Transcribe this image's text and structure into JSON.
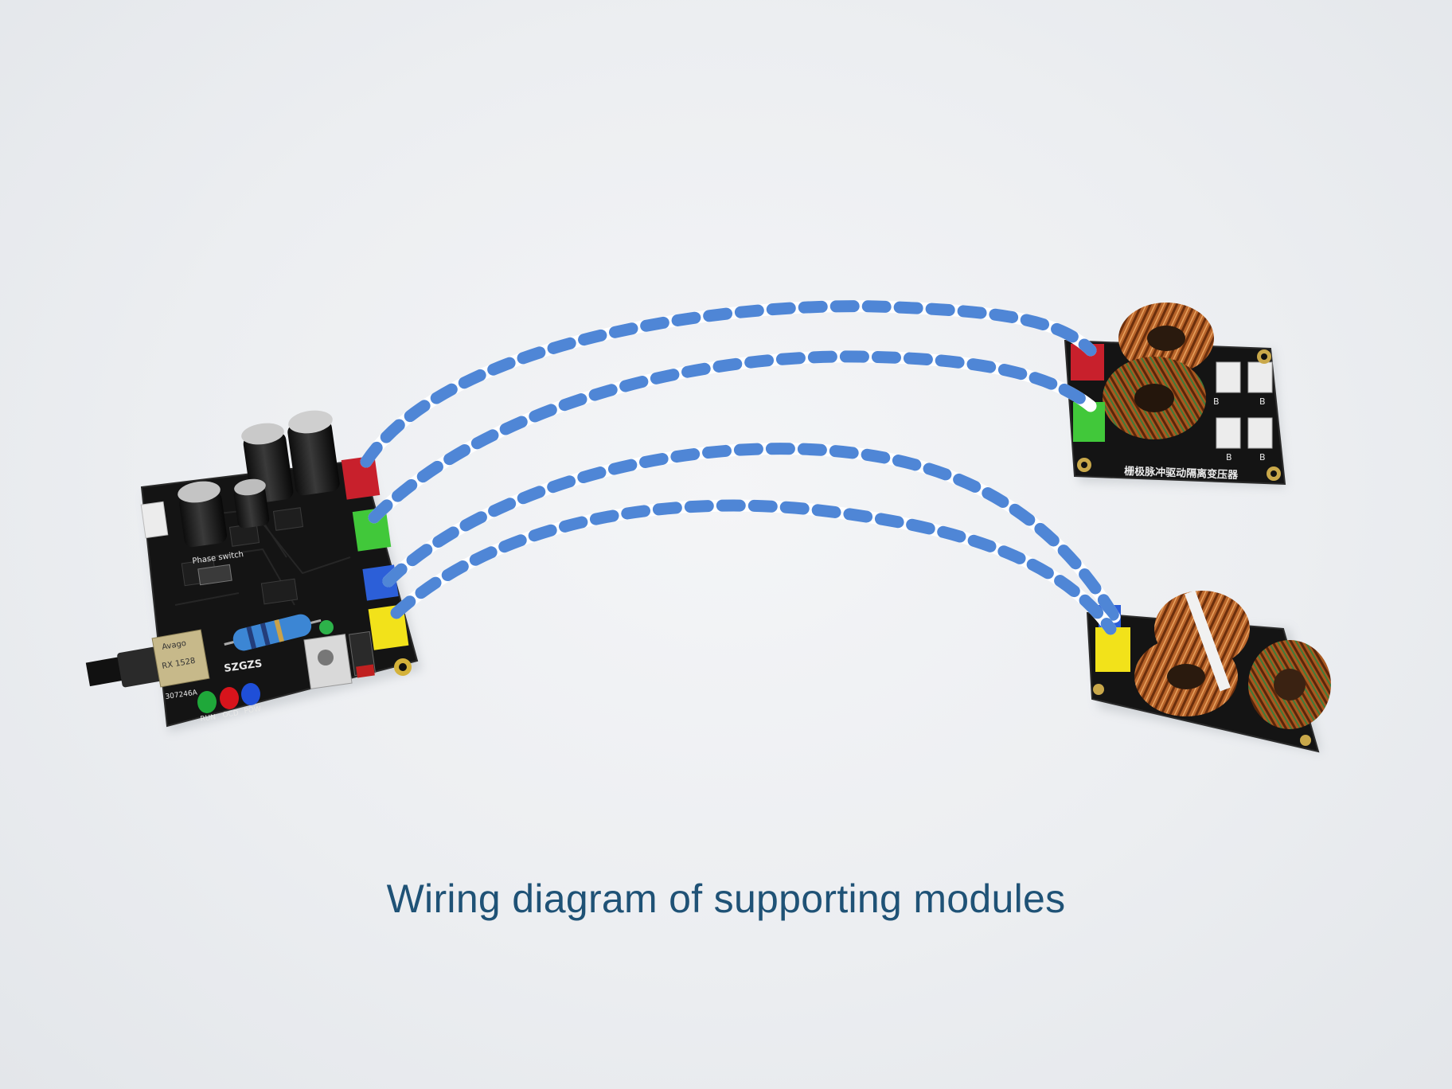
{
  "caption": "Wiring diagram of supporting modules",
  "main_board": {
    "brand": "SZGZS",
    "switch_label": "Phase switch",
    "model": "307246A",
    "leds": [
      {
        "label": "RUN",
        "color": "#1fa83a"
      },
      {
        "label": "OCD",
        "color": "#d7141c"
      },
      {
        "label": "POW",
        "color": "#1f4fd8"
      }
    ],
    "receiver_lines": [
      "Avago",
      "RX 1528"
    ]
  },
  "transformer_board": {
    "title": "栅极脉冲驱动隔离变压器",
    "pin_labels": [
      "B",
      "B",
      "B",
      "B"
    ]
  },
  "cable_colors": {
    "primary": "#4f86d6",
    "secondary": "#ffffff"
  },
  "connector_colors": {
    "red": "#c8202c",
    "green": "#41c83a",
    "blue": "#2c5fd8",
    "yellow": "#f2e21a"
  }
}
